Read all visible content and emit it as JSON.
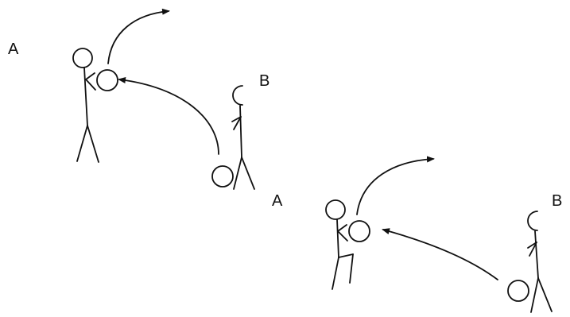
{
  "labels": {
    "top_catcher": "A",
    "top_roller": "B",
    "bottom_catcher": "A",
    "bottom_roller": "B"
  },
  "colors": {
    "ink": "#111111",
    "background": "#ffffff"
  }
}
